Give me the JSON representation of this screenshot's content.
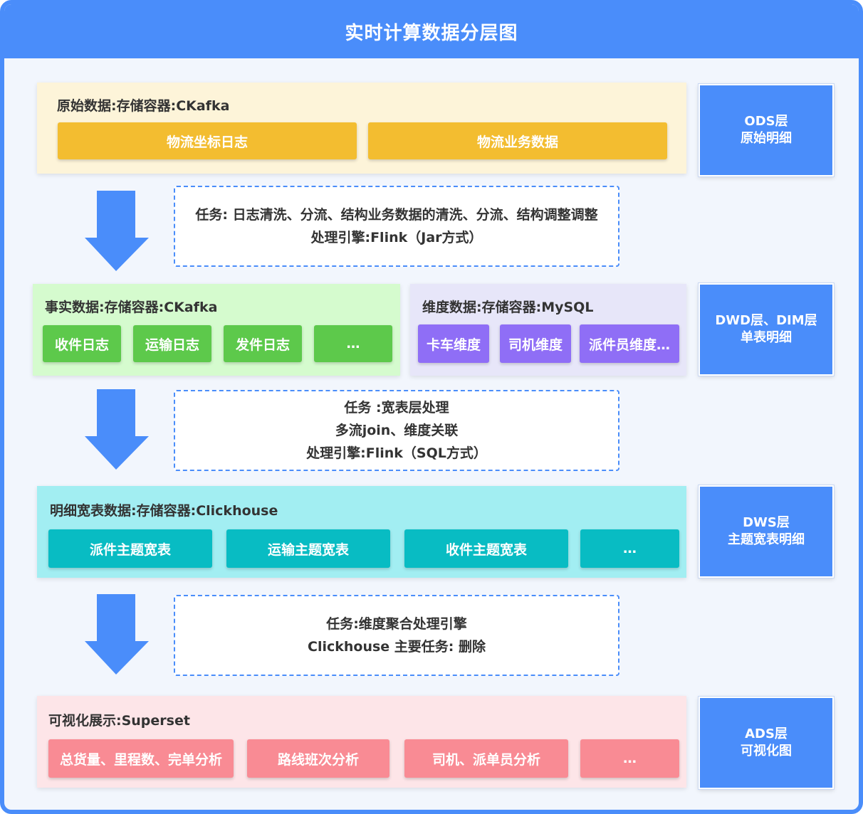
{
  "title": "实时计算数据分层图",
  "colors": {
    "accent": "#4a8dfa",
    "ods_bg": "#fdf4d9",
    "ods_chip": "#f3bd30",
    "fact_bg": "#d5fbce",
    "fact_chip": "#5dc94b",
    "dim_bg": "#e7e6f9",
    "dim_chip": "#8f6ef6",
    "dws_bg": "#a2eef2",
    "dws_chip": "#08bcc3",
    "ads_bg": "#fde5e8",
    "ads_chip": "#f98b94"
  },
  "ods": {
    "title": "原始数据:存储容器:CKafka",
    "items": [
      "物流坐标日志",
      "物流业务数据"
    ]
  },
  "task1": {
    "lines": [
      "任务: 日志清洗、分流、结构业务数据的清洗、分流、结构调整调整",
      "处理引擎:Flink（Jar方式）"
    ]
  },
  "fact": {
    "title": "事实数据:存储容器:CKafka",
    "items": [
      "收件日志",
      "运输日志",
      "发件日志",
      "…"
    ]
  },
  "dim": {
    "title": "维度数据:存储容器:MySQL",
    "items": [
      "卡车维度",
      "司机维度",
      "派件员维度…"
    ]
  },
  "task2": {
    "lines": [
      "任务 :宽表层处理",
      "多流join、维度关联",
      "处理引擎:Flink（SQL方式）"
    ]
  },
  "dws": {
    "title": "明细宽表数据:存储容器:Clickhouse",
    "items": [
      "派件主题宽表",
      "运输主题宽表",
      "收件主题宽表",
      "…"
    ]
  },
  "task3": {
    "lines": [
      "任务:维度聚合处理引擎",
      "Clickhouse 主要任务: 删除"
    ]
  },
  "ads": {
    "title": "可视化展示:Superset",
    "items": [
      "总货量、里程数、完单分析",
      "路线班次分析",
      "司机、派单员分析",
      "…"
    ]
  },
  "side_labels": [
    {
      "line1": "ODS层",
      "line2": "原始明细"
    },
    {
      "line1": "DWD层、DIM层",
      "line2": "单表明细"
    },
    {
      "line1": "DWS层",
      "line2": "主题宽表明细"
    },
    {
      "line1": "ADS层",
      "line2": "可视化图"
    }
  ]
}
